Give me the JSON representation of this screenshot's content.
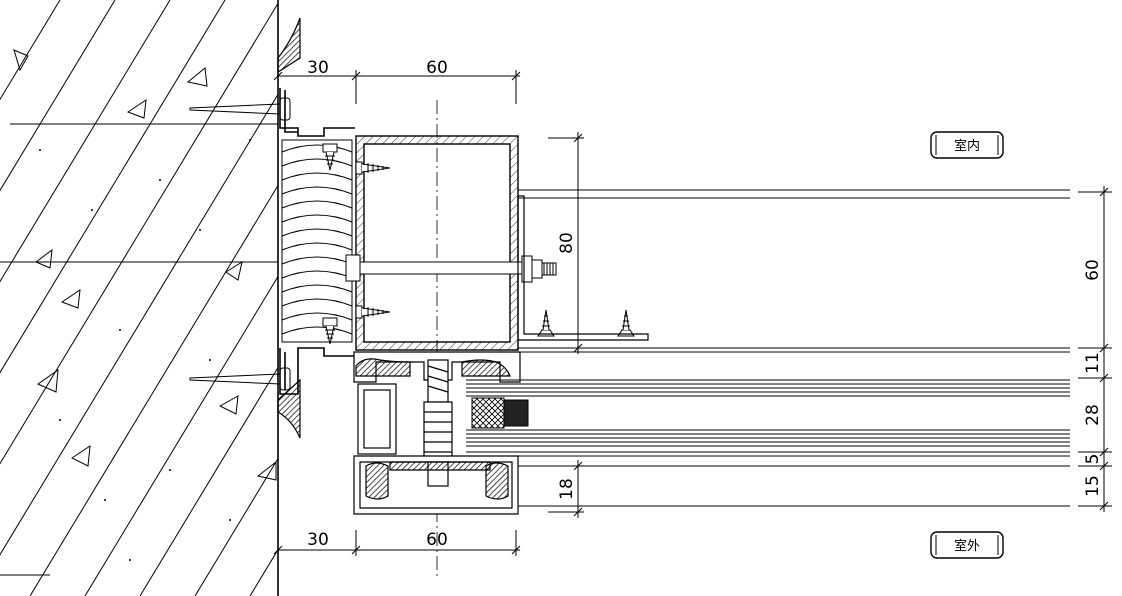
{
  "labels": {
    "indoor": "室内",
    "outdoor": "室外"
  },
  "dimensions": {
    "top_left": "30",
    "top_right": "60",
    "bottom_left": "30",
    "bottom_right": "60",
    "tube_height": "80",
    "right_60": "60",
    "right_11": "11",
    "right_28": "28",
    "right_5": "5",
    "right_15": "15",
    "cap_18": "18"
  }
}
